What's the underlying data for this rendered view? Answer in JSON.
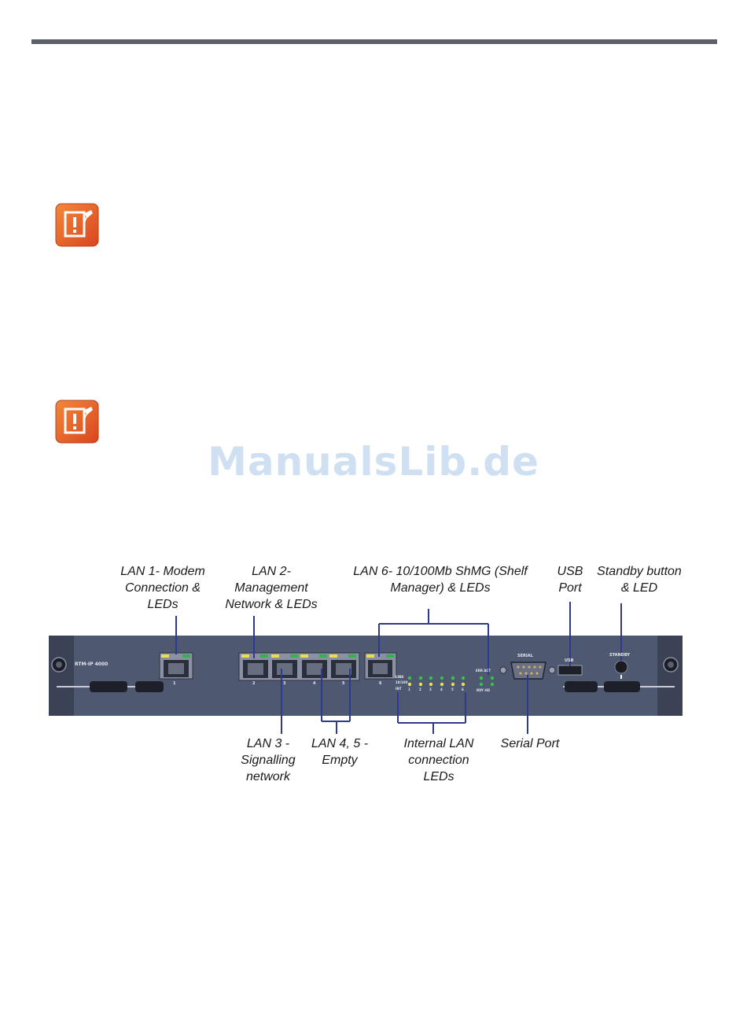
{
  "watermark": "ManualsLib.de",
  "icons": {
    "note_icon_1": "note-warning-icon",
    "note_icon_2": "note-warning-icon"
  },
  "colors": {
    "rule": "#5d6068",
    "panel": "#4f5871",
    "callout_line": "#2e3a8c",
    "icon_orange": "#e9652a",
    "watermark": "#cfe0f3"
  },
  "figure": {
    "callouts": {
      "lan1": "LAN 1- Modem\nConnection &\nLEDs",
      "lan2": "LAN 2-\nManagement\nNetwork & LEDs",
      "lan6": "LAN 6- 10/100Mb ShMG (Shelf\nManager) & LEDs",
      "usb": "USB\nPort",
      "standby": "Standby button\n& LED",
      "lan3": "LAN 3 -\nSignalling\nnetwork",
      "lan45": "LAN 4, 5 -\nEmpty",
      "internal_leds": "Internal LAN\nconnection\nLEDs",
      "serial": "Serial Port"
    },
    "panel_labels": {
      "model": "RTM-IP 4000",
      "port1": "1",
      "port2": "2",
      "port3": "3",
      "port4": "4",
      "port5": "5",
      "port6": "6",
      "serial": "SERIAL",
      "standby": "STANDBY",
      "usb": "USB",
      "led_row_link": "LINK",
      "led_row_10": "10/100",
      "led_row_int": "INT",
      "led_nums": [
        "1",
        "2",
        "3",
        "4",
        "5",
        "6"
      ],
      "err_act": "ERR ACT",
      "rdy_hd": "RDY HD"
    }
  }
}
